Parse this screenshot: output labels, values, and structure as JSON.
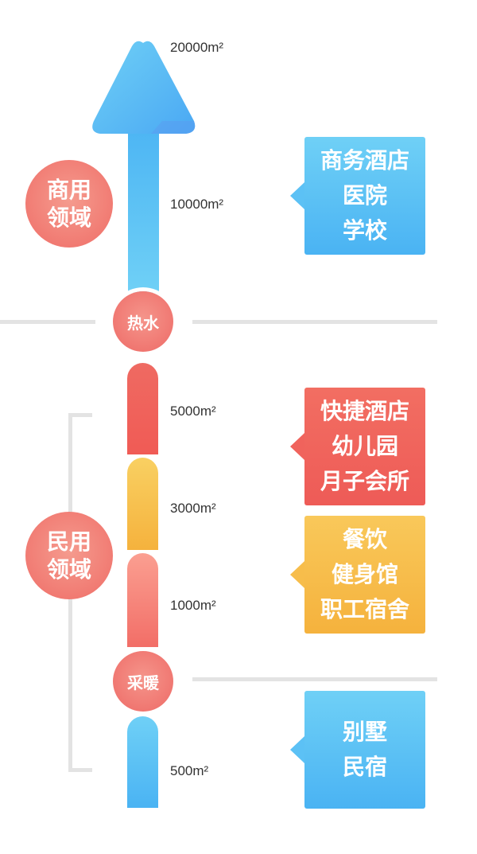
{
  "scale_labels": {
    "top": "20000m²",
    "upper": "10000m²",
    "red_segment": "5000m²",
    "yellow_segment": "3000m²",
    "pink_segment": "1000m²",
    "blue_segment": "500m²"
  },
  "domains": {
    "commercial": "商用\n领域",
    "residential": "民用\n领域"
  },
  "nodes": {
    "hot_water": "热水",
    "heating": "采暖"
  },
  "cards": {
    "commercial": [
      "商务酒店",
      "医院",
      "学校"
    ],
    "residential_red": [
      "快捷酒店",
      "幼儿园",
      "月子会所"
    ],
    "residential_yellow": [
      "餐饮",
      "健身馆",
      "职工宿舍"
    ],
    "heating": [
      "别墅",
      "民宿"
    ]
  },
  "colors": {
    "blue": "#4ab3f3",
    "red": "#ef6d67",
    "yellow": "#f5b23d",
    "pink": "#f58c85",
    "divider": "#e3e3e3"
  }
}
